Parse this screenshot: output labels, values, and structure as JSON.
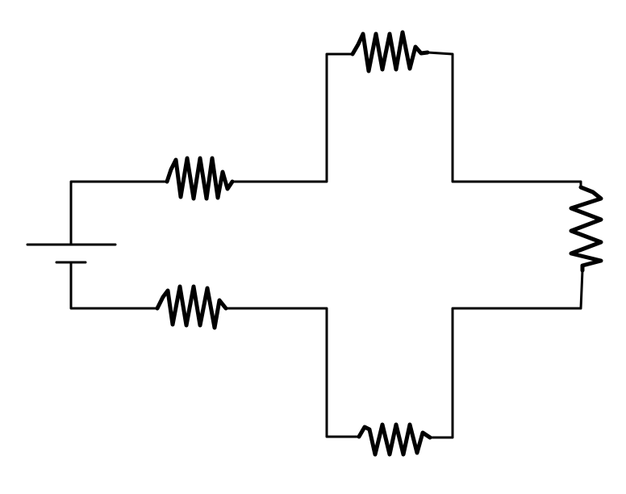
{
  "diagram": {
    "type": "circuit-schematic",
    "components": [
      {
        "id": "battery",
        "kind": "battery"
      },
      {
        "id": "r-left-top",
        "kind": "resistor"
      },
      {
        "id": "r-left-bottom",
        "kind": "resistor"
      },
      {
        "id": "r-top",
        "kind": "resistor"
      },
      {
        "id": "r-bottom",
        "kind": "resistor"
      },
      {
        "id": "r-right",
        "kind": "resistor"
      }
    ],
    "colors": {
      "line": "#000000",
      "background": "#ffffff"
    }
  }
}
